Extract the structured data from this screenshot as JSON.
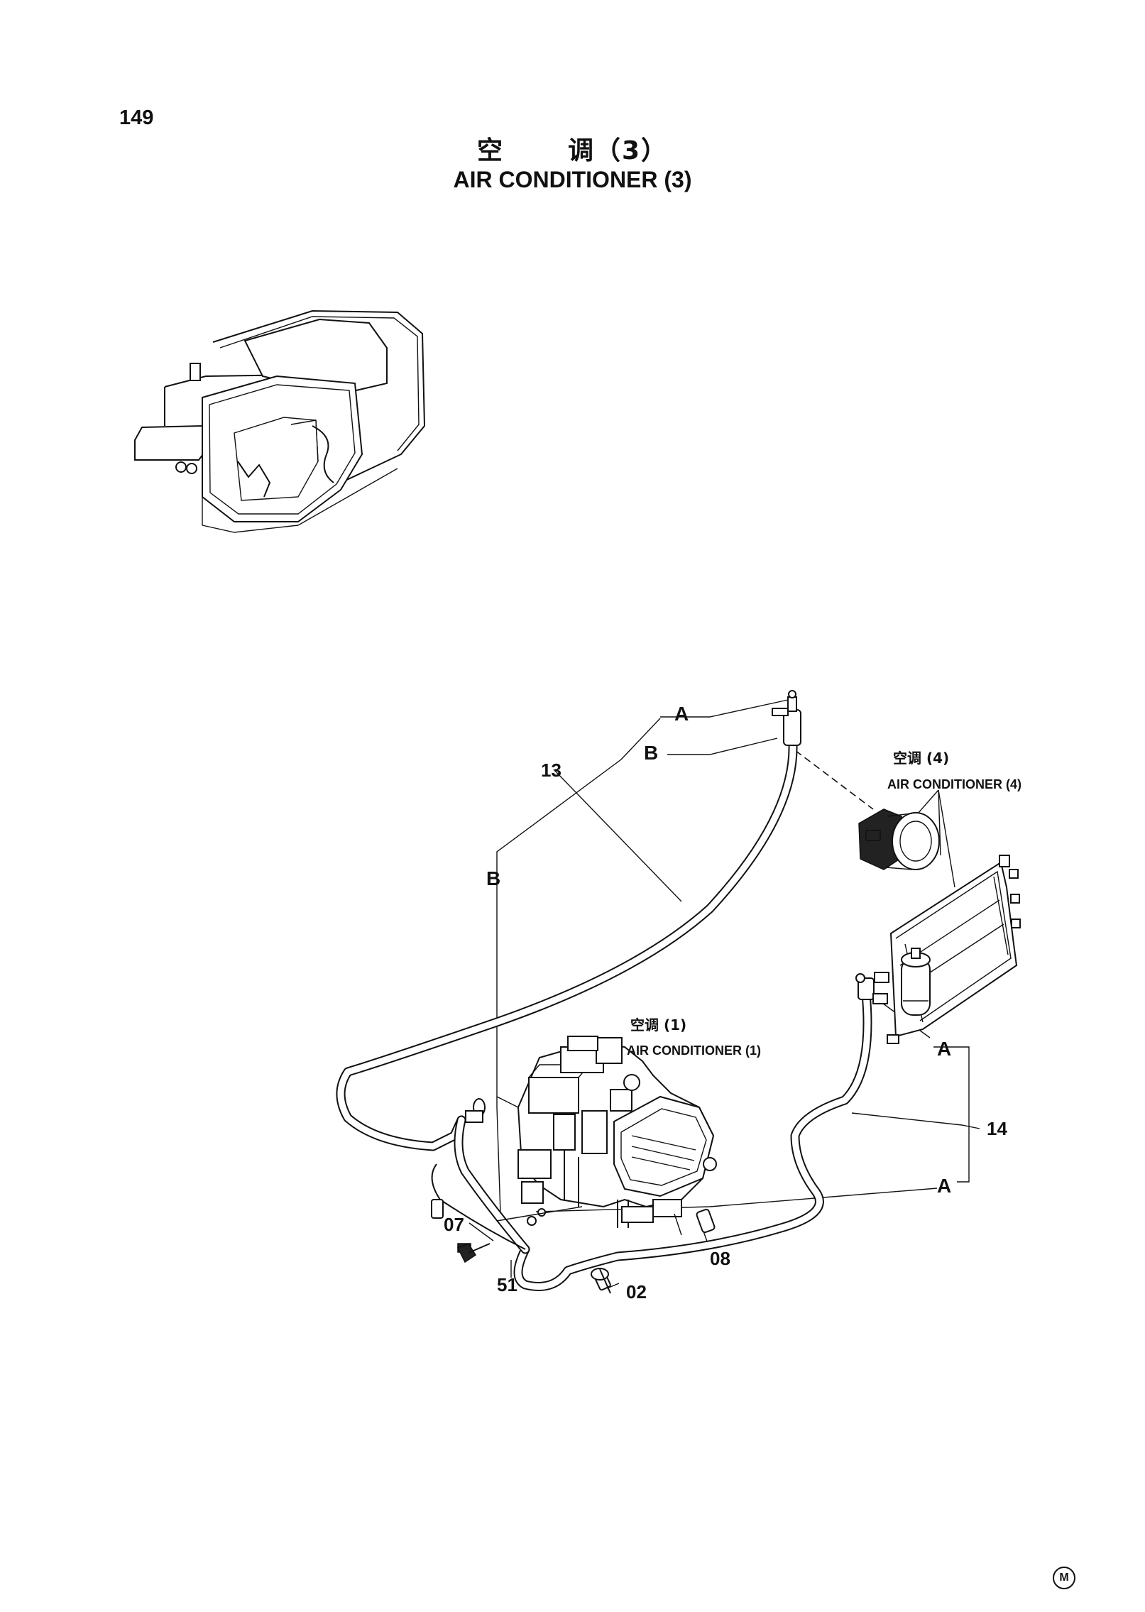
{
  "page_number": "149",
  "title": {
    "cn_left": "空",
    "cn_right": "调（3）",
    "en": "AIR CONDITIONER (3)"
  },
  "callouts": {
    "a_top": "A",
    "b_top": "B",
    "b_left": "B",
    "a_mid": "A",
    "a_low": "A",
    "p13": "13",
    "p14": "14",
    "p07": "07",
    "p51": "51",
    "p02": "02",
    "p08": "08"
  },
  "references": {
    "ac4_cn": "空调 (4)",
    "ac4_en": "AIR CONDITIONER (4)",
    "ac1_cn": "空调 (1)",
    "ac1_en": "AIR CONDITIONER (1)"
  },
  "corner_mark": "M"
}
